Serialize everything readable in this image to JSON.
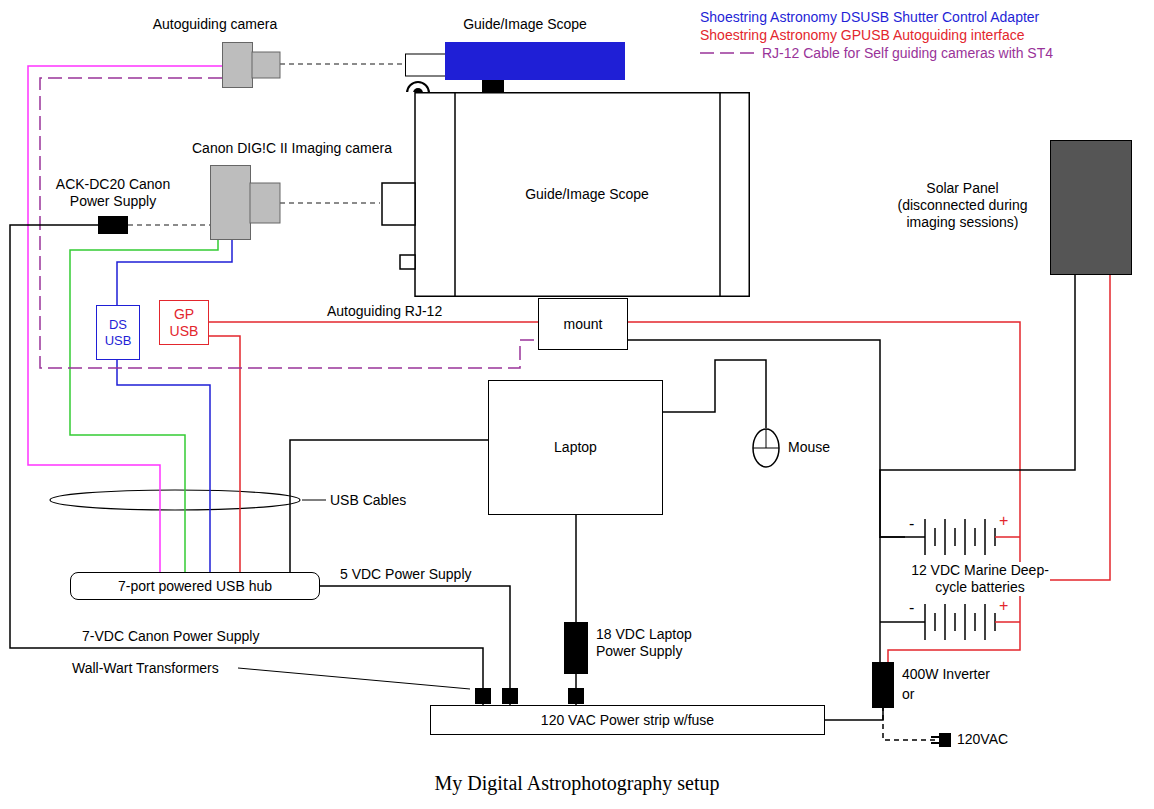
{
  "diagram": {
    "caption": "My Digital Astrophotography setup",
    "nodes": [
      {
        "text": [
          "Autoguiding camera"
        ]
      },
      {
        "text": [
          "Guide/Image Scope"
        ]
      },
      {
        "text": [
          "Guide/Image Scope"
        ]
      },
      {
        "text": [
          "Canon DIG!C II Imaging camera"
        ]
      },
      {
        "text": [
          "ACK-DC20 Canon Power Supply"
        ]
      },
      {
        "text": [
          "DS USB"
        ]
      },
      {
        "text": [
          "GP USB"
        ]
      },
      {
        "text": [
          "mount"
        ]
      },
      {
        "text": [
          "Laptop"
        ]
      },
      {
        "text": [
          "Mouse"
        ]
      },
      {
        "text": [
          "7-port powered USB hub"
        ]
      },
      {
        "text": [
          "Solar Panel (disconnected during imaging sessions)"
        ]
      },
      {
        "text": [
          "12 VDC Marine Deep-cycle batteries"
        ]
      },
      {
        "text": [
          "18 VDC Laptop Power Supply"
        ]
      },
      {
        "text": [
          "400W Inverter"
        ]
      },
      {
        "text": [
          "120 VAC Power strip w/fuse"
        ]
      },
      {
        "text": [
          "120VAC"
        ]
      }
    ],
    "edges": [
      {
        "from": 0,
        "to": 1,
        "arrow": "none"
      },
      {
        "from": 3,
        "to": 2,
        "arrow": "none"
      },
      {
        "from": 4,
        "to": 3,
        "arrow": "none"
      },
      {
        "from": 3,
        "to": 5,
        "arrow": "none"
      },
      {
        "from": 3,
        "to": 10,
        "arrow": "none"
      },
      {
        "from": 5,
        "to": 10,
        "arrow": "none"
      },
      {
        "from": 6,
        "to": 7,
        "label": "Autoguiding RJ-12",
        "arrow": "none"
      },
      {
        "from": 6,
        "to": 10,
        "arrow": "none"
      },
      {
        "from": 0,
        "to": 10,
        "arrow": "none"
      },
      {
        "from": 0,
        "to": 7,
        "arrow": "none"
      },
      {
        "from": 10,
        "to": 8,
        "arrow": "none"
      },
      {
        "from": 8,
        "to": 9,
        "arrow": "none"
      },
      {
        "from": 8,
        "to": 13,
        "arrow": "none"
      },
      {
        "from": 13,
        "to": 15,
        "arrow": "none"
      },
      {
        "from": 10,
        "to": 15,
        "label": "5 VDC Power Supply",
        "arrow": "none"
      },
      {
        "from": 4,
        "to": 15,
        "label": "7-VDC Canon Power Supply",
        "arrow": "none"
      },
      {
        "from": 7,
        "to": 12,
        "arrow": "none"
      },
      {
        "from": 7,
        "to": 12,
        "arrow": "none"
      },
      {
        "from": 11,
        "to": 12,
        "arrow": "none"
      },
      {
        "from": 11,
        "to": 12,
        "arrow": "none"
      },
      {
        "from": 14,
        "to": 12,
        "arrow": "none"
      },
      {
        "from": 14,
        "to": 15,
        "arrow": "none"
      },
      {
        "from": 16,
        "to": 14,
        "arrow": "none"
      }
    ],
    "labels": [
      "USB Cables",
      "Wall-Wart Transformers",
      "or",
      "-",
      "+",
      "-",
      "+"
    ],
    "legend": [
      {
        "text": "Shoestring Astronomy DSUSB Shutter Control Adapter",
        "color": "#1f1fd6"
      },
      {
        "text": "Shoestring Astronomy GPUSB Autoguiding interface",
        "color": "#e3262d"
      },
      {
        "text": "RJ-12 Cable for Self guiding cameras with ST4"
      }
    ]
  }
}
